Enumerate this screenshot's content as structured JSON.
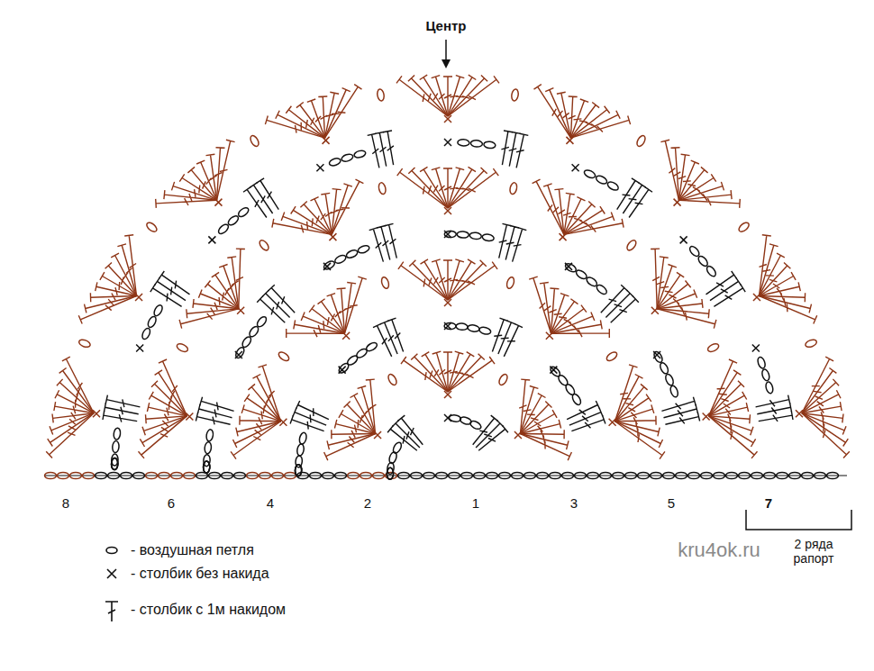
{
  "diagram": {
    "labels": [
      "Центр",
      "8",
      "6",
      "4",
      "2",
      "1",
      "3",
      "5",
      "7",
      "2 ряда рапорт",
      "kru4ok.ru"
    ],
    "legend": [
      {
        "text": "- воздушная петля"
      },
      {
        "text": "- столбик без накида"
      },
      {
        "text": "- столбик с 1м накидом"
      }
    ]
  }
}
